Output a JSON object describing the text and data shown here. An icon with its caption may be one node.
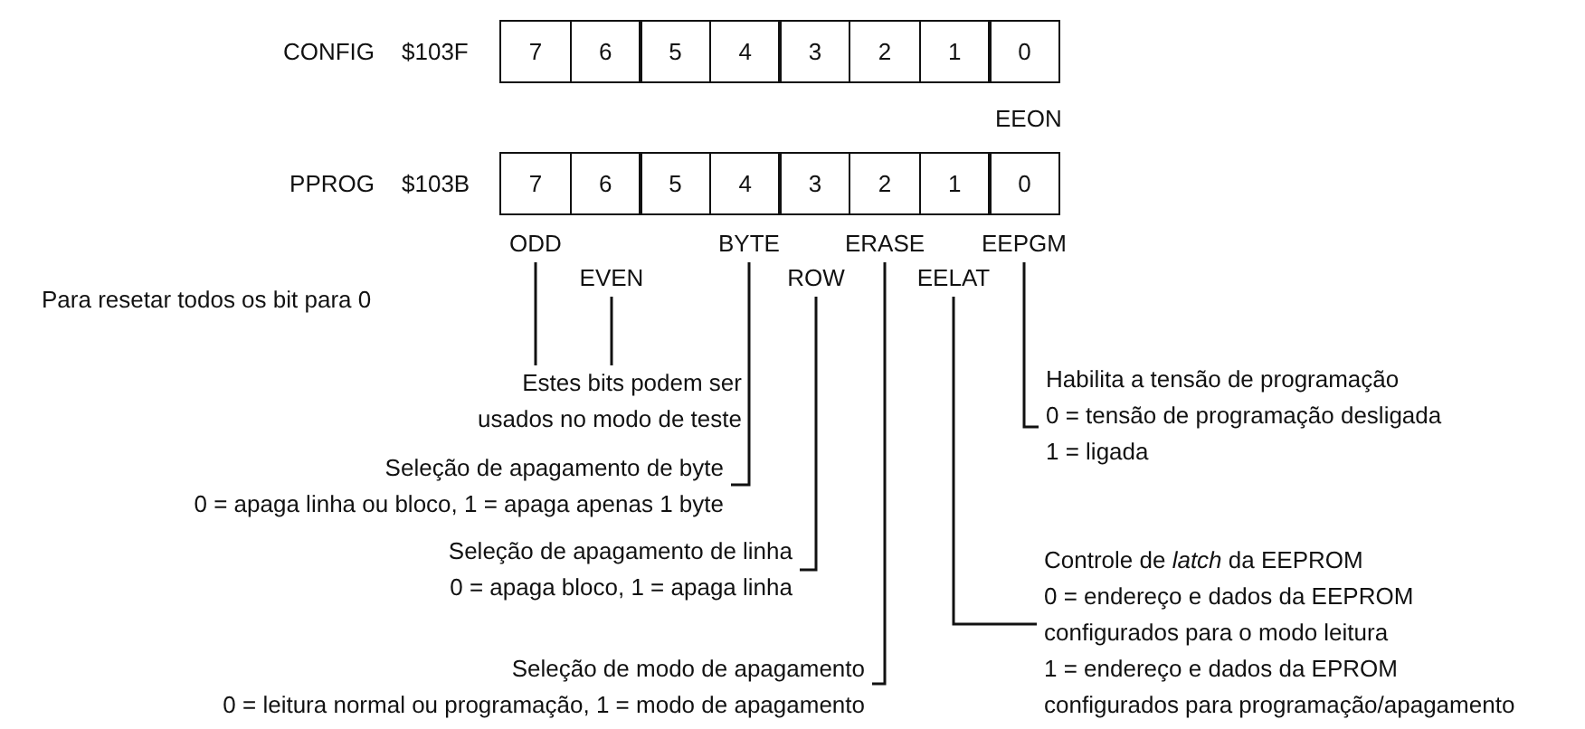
{
  "diagram": {
    "nodes": [
      {
        "text": [
          "7"
        ]
      },
      {
        "text": [
          "6"
        ]
      },
      {
        "text": [
          "5"
        ]
      },
      {
        "text": [
          "4"
        ]
      },
      {
        "text": [
          "3"
        ]
      },
      {
        "text": [
          "2"
        ]
      },
      {
        "text": [
          "1"
        ]
      },
      {
        "text": [
          "0"
        ]
      },
      {
        "text": [
          "7"
        ]
      },
      {
        "text": [
          "6"
        ]
      },
      {
        "text": [
          "5"
        ]
      },
      {
        "text": [
          "4"
        ]
      },
      {
        "text": [
          "3"
        ]
      },
      {
        "text": [
          "2"
        ]
      },
      {
        "text": [
          "1"
        ]
      },
      {
        "text": [
          "0"
        ]
      },
      {
        "text": [
          "ODD"
        ]
      },
      {
        "text": [
          "EVEN"
        ]
      },
      {
        "text": [
          "BYTE"
        ]
      },
      {
        "text": [
          "ROW"
        ]
      },
      {
        "text": [
          "ERASE"
        ]
      },
      {
        "text": [
          "EELAT"
        ]
      },
      {
        "text": [
          "EEPGM"
        ]
      },
      {
        "text": [
          "Estes bits podem ser usados no modo de teste"
        ]
      },
      {
        "text": [
          "Seleção de apagamento de byte",
          "0 = apaga linha ou bloco, 1 = apaga apenas 1 byte"
        ]
      },
      {
        "text": [
          "Seleção de apagamento de linha",
          "0 = apaga bloco, 1 = apaga linha"
        ]
      },
      {
        "text": [
          "Seleção de modo de apagamento",
          "0 = leitura normal ou programação, 1 = modo de apagamento"
        ]
      },
      {
        "text": [
          "Controle de *latch* da EEPROM",
          "0 = endereço e dados da EEPROM configurados para o modo leitura",
          "1 = endereço e dados da EPROM configurados para programação/apagamento"
        ]
      },
      {
        "text": [
          "Habilita a tensão de programação",
          "0 = tensão de programação desligada",
          "1 = ligada"
        ]
      }
    ],
    "edges": [
      {
        "from": 16,
        "to": 23,
        "arrow": "none"
      },
      {
        "from": 17,
        "to": 23,
        "arrow": "none"
      },
      {
        "from": 18,
        "to": 24,
        "arrow": "none"
      },
      {
        "from": 19,
        "to": 25,
        "arrow": "none"
      },
      {
        "from": 20,
        "to": 26,
        "arrow": "none"
      },
      {
        "from": 21,
        "to": 27,
        "arrow": "none"
      },
      {
        "from": 22,
        "to": 28,
        "arrow": "none"
      }
    ],
    "labels": [
      "CONFIG",
      "$103F",
      "EEON",
      "PPROG",
      "$103B",
      "Para resetar todos os bit para 0"
    ]
  }
}
